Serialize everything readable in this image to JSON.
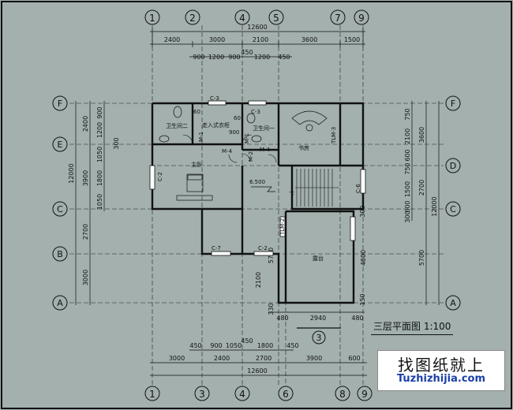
{
  "axes": {
    "columns": [
      "1",
      "2",
      "4",
      "5",
      "7",
      "9"
    ],
    "columns_bottom": [
      "1",
      "3",
      "4",
      "6",
      "8",
      "9"
    ],
    "rows": [
      "F",
      "E",
      "D",
      "C",
      "B",
      "A"
    ]
  },
  "dims": {
    "top_total": "12600",
    "top_spans": [
      "2400",
      "3000",
      "2100",
      "3600",
      "1500"
    ],
    "top_sub": [
      "900",
      "1200",
      "900",
      "450",
      "1200",
      "450"
    ],
    "bottom_sub": [
      "450",
      "900",
      "1050",
      "450",
      "1800",
      "450"
    ],
    "bottom_spans": [
      "3000",
      "2400",
      "2700",
      "3900",
      "600"
    ],
    "bottom_total": "12600",
    "left_small": [
      "2400",
      "900",
      "1200",
      "300",
      "1050",
      "1800",
      "1050"
    ],
    "left_mid": [
      "3900",
      "2700",
      "3000"
    ],
    "left_total": "12000",
    "right_small": [
      "750",
      "2100",
      "600",
      "750",
      "1500",
      "600",
      "300"
    ],
    "right_mid": [
      "3600",
      "2700",
      "4800",
      "5700"
    ],
    "right_total": "12000",
    "terrace_bottom": [
      "330",
      "480",
      "2940",
      "480"
    ],
    "inner": [
      "2100",
      "5700",
      "300",
      "150"
    ]
  },
  "rooms": {
    "bath2": "卫生间二",
    "bath1": "卫生间一",
    "closet": "走入式衣柜",
    "master": "主卧",
    "study": "书房",
    "terrace": "露台",
    "level": "6.500",
    "stair_mark": "下"
  },
  "openings": {
    "C-3a": "C-3",
    "C-3b": "C-3",
    "C-2a": "C-2",
    "C-2b": "C-2",
    "C-7": "C-7",
    "C-6": "C-6",
    "M-1a": "M-1",
    "M-1b": "M-1",
    "M-2": "M-2",
    "M-4a": "M-4",
    "M-4b": "M-4",
    "TLM-3": "TLM-3",
    "TLM-2": "TLM-2",
    "d60a": "60",
    "d60b": "60",
    "d900": "900",
    "d60c": "60"
  },
  "section_marker": "3",
  "title": "三层平面图 1:100",
  "brand": {
    "name": "找图纸就上",
    "url": "Tuzhizhijia.com"
  }
}
